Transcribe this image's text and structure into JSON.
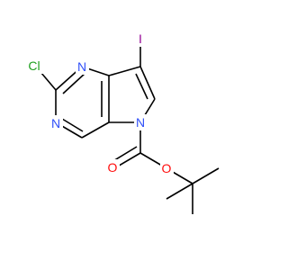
{
  "molecule": {
    "atoms": [
      {
        "id": "I",
        "label": "I",
        "color": "#940094"
      },
      {
        "id": "Cl",
        "label": "Cl",
        "color": "#1fa01f"
      },
      {
        "id": "N1",
        "label": "N",
        "color": "#3050f8"
      },
      {
        "id": "N3",
        "label": "N",
        "color": "#3050f8"
      },
      {
        "id": "N5",
        "label": "N",
        "color": "#3050f8"
      },
      {
        "id": "Oc",
        "label": "O",
        "color": "#ff0d0d"
      },
      {
        "id": "Oe",
        "label": "O",
        "color": "#ff0d0d"
      }
    ],
    "bond_color": "#000000"
  }
}
